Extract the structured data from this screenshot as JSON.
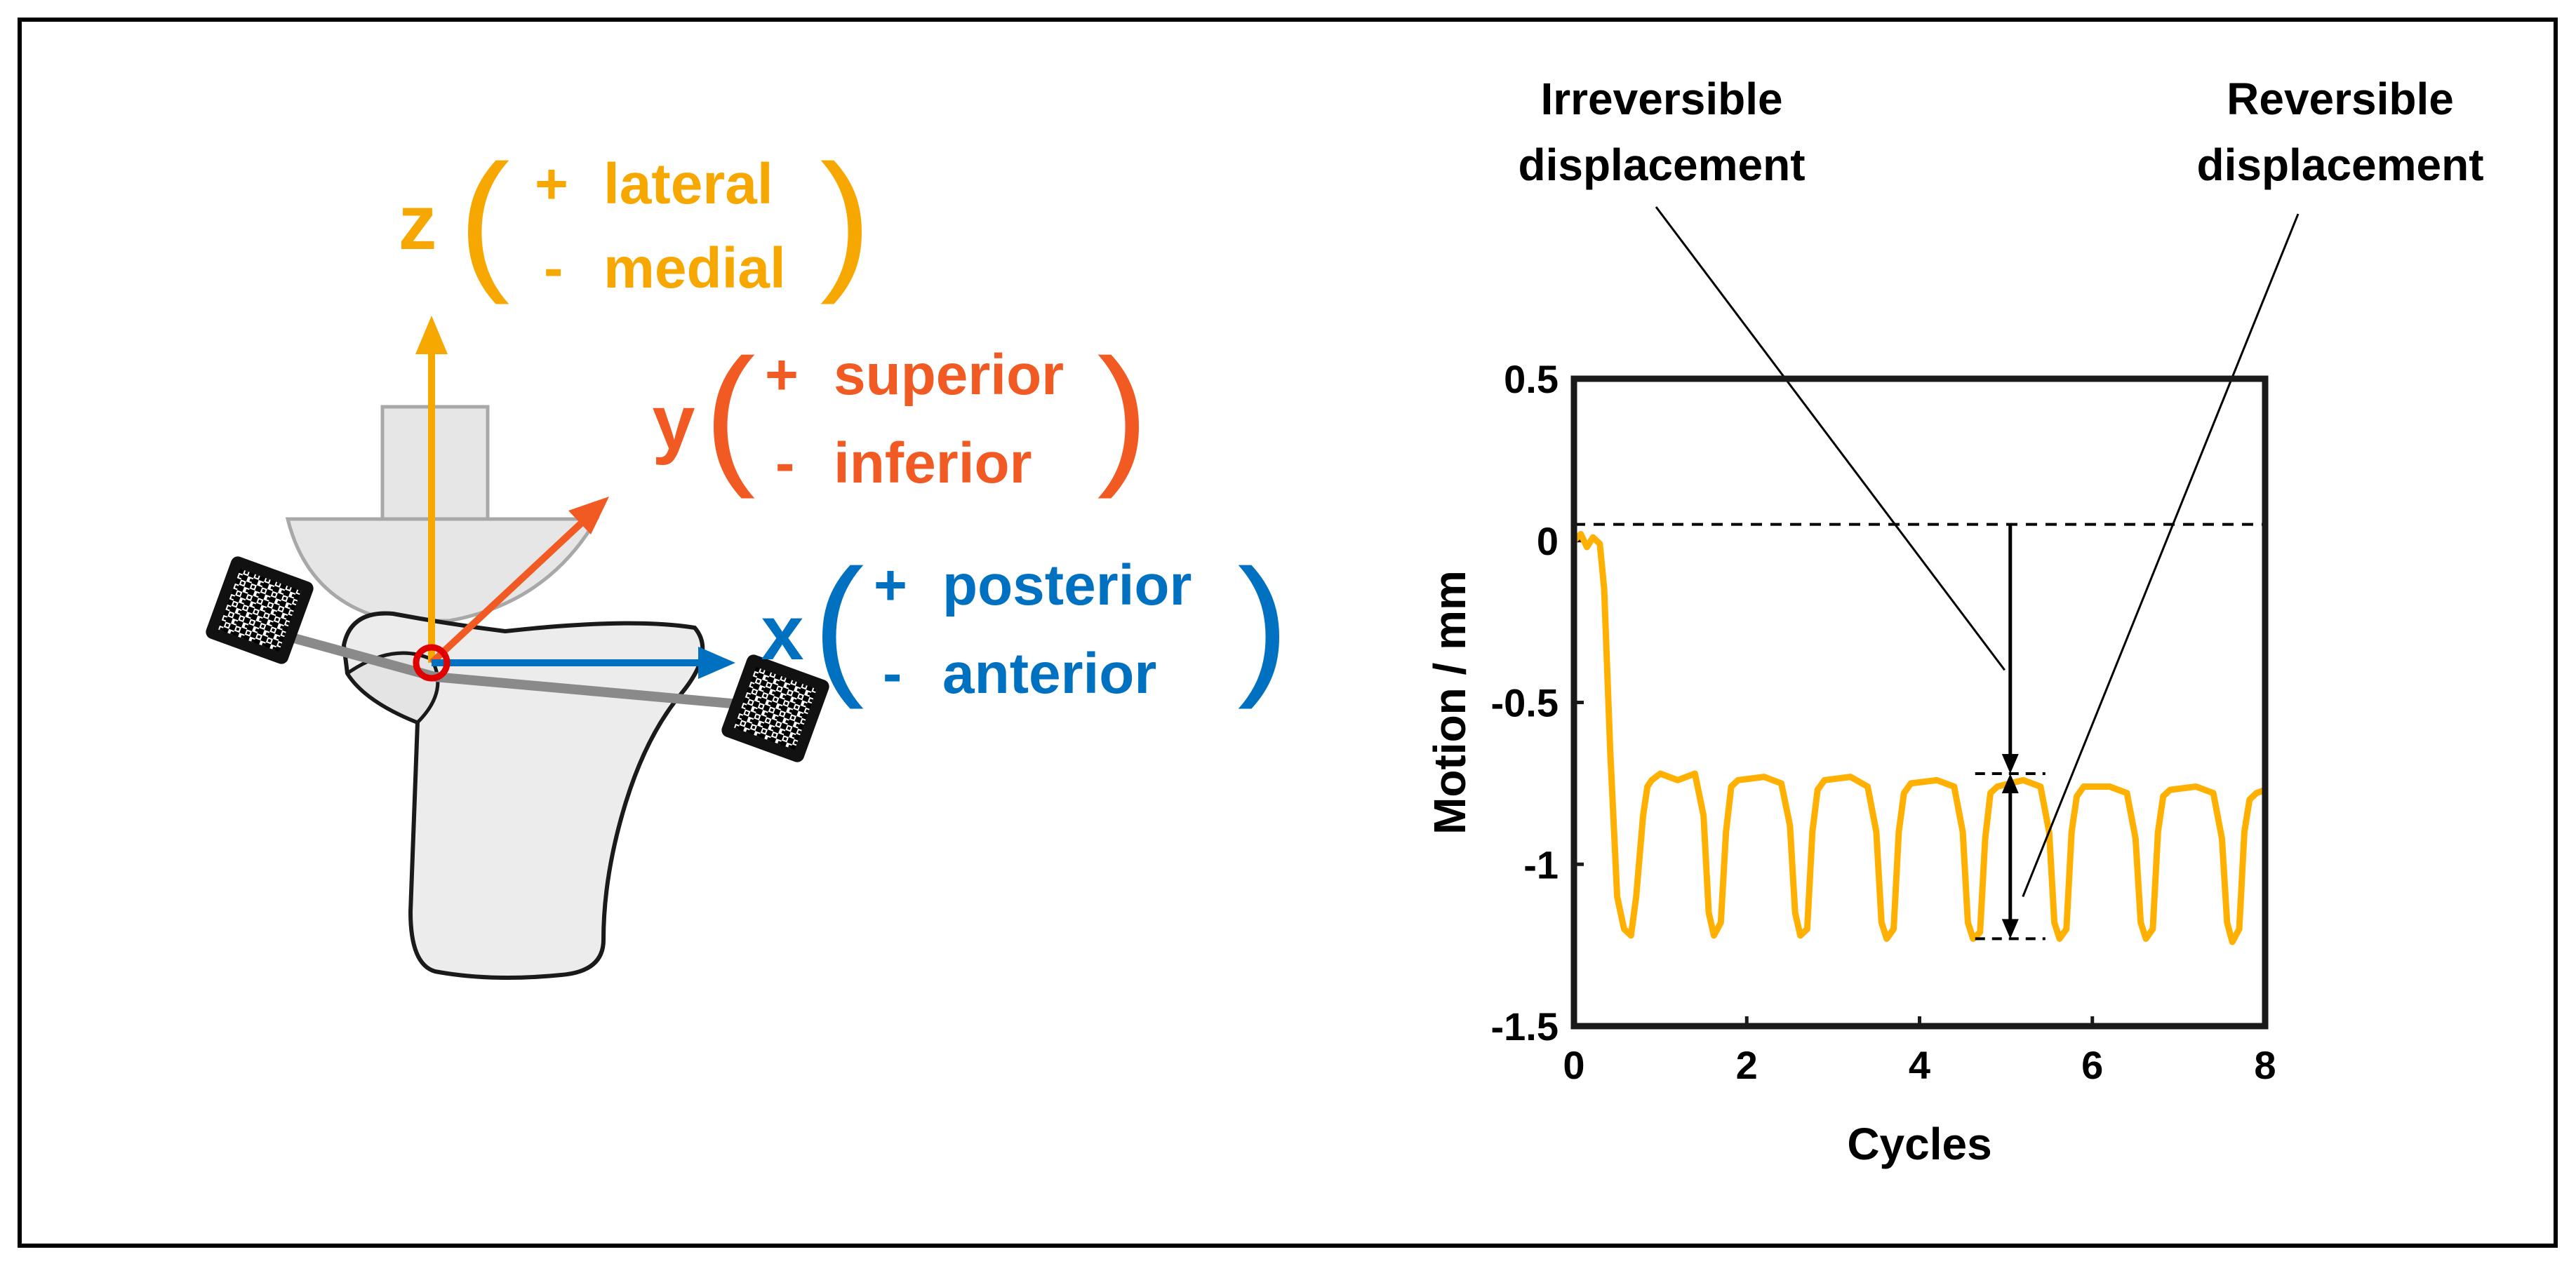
{
  "diagram": {
    "axes": [
      {
        "letter": "z",
        "plus_label": "lateral",
        "minus_label": "medial",
        "color": "#F7A800"
      },
      {
        "letter": "y",
        "plus_label": "superior",
        "minus_label": "inferior",
        "color": "#F15A22"
      },
      {
        "letter": "x",
        "plus_label": "posterior",
        "minus_label": "anterior",
        "color": "#0070C0"
      }
    ],
    "plus_sign": "+",
    "minus_sign": "-",
    "origin_marker_color": "#E00000"
  },
  "chart_data": {
    "type": "line",
    "xlabel": "Cycles",
    "ylabel": "Motion / mm",
    "xlim": [
      0,
      8
    ],
    "ylim": [
      -1.5,
      0.5
    ],
    "x_ticks": [
      "0",
      "2",
      "4",
      "6",
      "8"
    ],
    "y_ticks": [
      "0.5",
      "0",
      "-0.5",
      "-1",
      "-1.5"
    ],
    "grid": false,
    "series": [
      {
        "color": "#FFB000",
        "x": [
          0,
          0.08,
          0.15,
          0.22,
          0.3,
          0.35,
          0.42,
          0.5,
          0.58,
          0.66,
          0.72,
          0.8,
          0.85,
          0.9,
          1.0,
          1.2,
          1.4,
          1.5,
          1.56,
          1.62,
          1.7,
          1.76,
          1.82,
          1.9,
          2.2,
          2.4,
          2.5,
          2.56,
          2.62,
          2.7,
          2.76,
          2.82,
          2.9,
          3.2,
          3.4,
          3.5,
          3.56,
          3.62,
          3.7,
          3.76,
          3.82,
          3.9,
          4.2,
          4.4,
          4.5,
          4.56,
          4.62,
          4.7,
          4.76,
          4.82,
          4.9,
          5.2,
          5.4,
          5.5,
          5.56,
          5.62,
          5.7,
          5.76,
          5.82,
          5.9,
          6.2,
          6.4,
          6.5,
          6.56,
          6.62,
          6.7,
          6.76,
          6.82,
          6.9,
          7.2,
          7.4,
          7.5,
          7.56,
          7.62,
          7.7,
          7.76,
          7.82,
          7.9,
          8.0
        ],
        "y": [
          0.0,
          0.02,
          -0.02,
          0.01,
          -0.01,
          -0.15,
          -0.65,
          -1.1,
          -1.2,
          -1.22,
          -1.1,
          -0.85,
          -0.76,
          -0.74,
          -0.72,
          -0.74,
          -0.72,
          -0.85,
          -1.15,
          -1.22,
          -1.18,
          -0.9,
          -0.76,
          -0.74,
          -0.73,
          -0.75,
          -0.88,
          -1.15,
          -1.22,
          -1.2,
          -0.9,
          -0.77,
          -0.74,
          -0.73,
          -0.76,
          -0.9,
          -1.18,
          -1.23,
          -1.2,
          -0.9,
          -0.78,
          -0.75,
          -0.74,
          -0.76,
          -0.9,
          -1.18,
          -1.23,
          -1.21,
          -0.92,
          -0.78,
          -0.76,
          -0.74,
          -0.76,
          -0.9,
          -1.18,
          -1.23,
          -1.2,
          -0.9,
          -0.79,
          -0.76,
          -0.76,
          -0.78,
          -0.92,
          -1.18,
          -1.23,
          -1.2,
          -0.9,
          -0.79,
          -0.77,
          -0.76,
          -0.78,
          -0.92,
          -1.18,
          -1.24,
          -1.2,
          -0.9,
          -0.8,
          -0.78,
          -0.77
        ]
      }
    ],
    "reference_line_y": 0.05,
    "irreversible_marker": {
      "x": 5.05,
      "y_top": 0.05,
      "y_bottom": -0.72
    },
    "reversible_marker": {
      "x": 5.05,
      "y_top": -0.72,
      "y_bottom": -1.23
    },
    "annotations": [
      {
        "line1": "Irreversible",
        "line2": "displacement"
      },
      {
        "line1": "Reversible",
        "line2": "displacement"
      }
    ]
  }
}
